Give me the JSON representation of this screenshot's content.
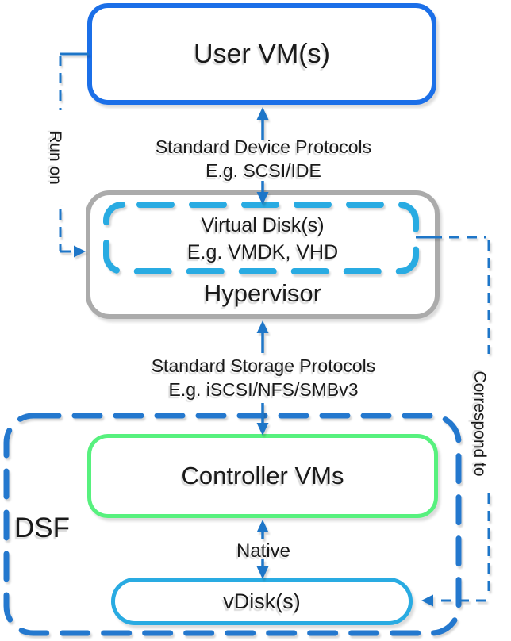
{
  "diagram": {
    "nodes": {
      "user_vm": {
        "label": "User VM(s)"
      },
      "hypervisor": {
        "label": "Hypervisor"
      },
      "virtual_disk": {
        "line1": "Virtual Disk(s)",
        "line2": "E.g. VMDK, VHD"
      },
      "controller_vms": {
        "label": "Controller VMs"
      },
      "vdisk": {
        "label": "vDisk(s)"
      },
      "dsf": {
        "label": "DSF"
      }
    },
    "edges": {
      "device_protocols": {
        "line1": "Standard Device Protocols",
        "line2": "E.g. SCSI/IDE"
      },
      "storage_protocols": {
        "line1": "Standard Storage Protocols",
        "line2": "E.g. iSCSI/NFS/SMBv3"
      },
      "native": {
        "label": "Native"
      },
      "run_on": {
        "label": "Run on"
      },
      "correspond_to": {
        "label": "Correspond to"
      }
    },
    "colors": {
      "user_vm_border": "#1B6FE8",
      "hypervisor_border": "#ABABAB",
      "virtual_disk_dash": "#29ABE2",
      "controller_border": "#57F17E",
      "vdisk_border": "#29ABE2",
      "dsf_dash": "#2478CE",
      "connector_blue": "#1E76C8",
      "text": "#1A1A1A"
    }
  }
}
